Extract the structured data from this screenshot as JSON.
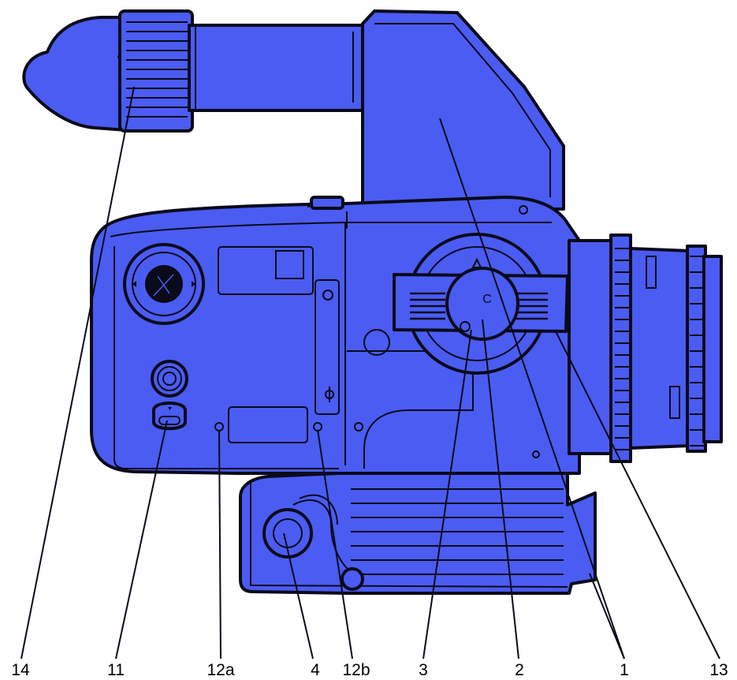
{
  "diagram": {
    "body_color": "#4a5cf2",
    "outline_color": "#0a0a1a",
    "callouts": [
      {
        "id": "14",
        "label": "14"
      },
      {
        "id": "11",
        "label": "11"
      },
      {
        "id": "12a",
        "label": "12a"
      },
      {
        "id": "4",
        "label": "4"
      },
      {
        "id": "12b",
        "label": "12b"
      },
      {
        "id": "3",
        "label": "3"
      },
      {
        "id": "2",
        "label": "2"
      },
      {
        "id": "1",
        "label": "1"
      },
      {
        "id": "13",
        "label": "13"
      }
    ],
    "icons": {
      "film_plane_mark": "film-plane-symbol",
      "aperture_mark": "aperture-symbol"
    }
  }
}
